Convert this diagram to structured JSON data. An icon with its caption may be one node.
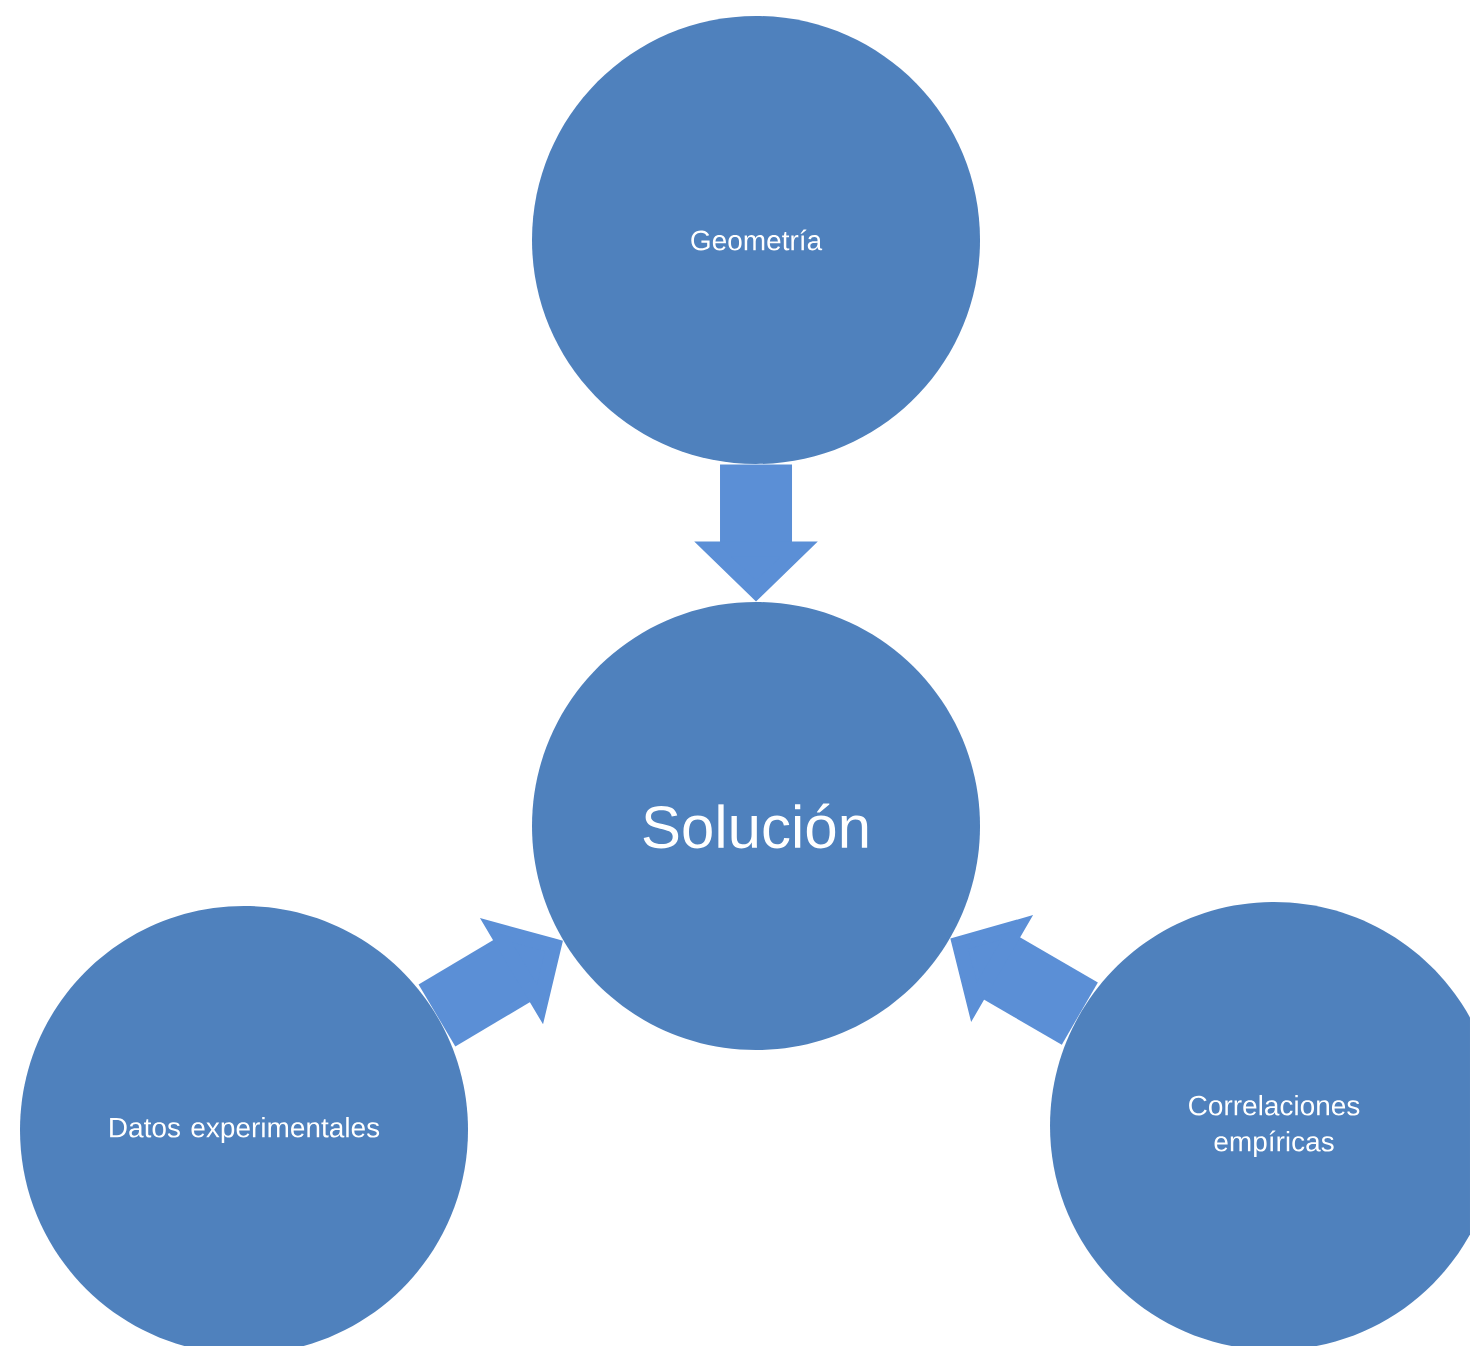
{
  "diagram": {
    "nodes": [
      {
        "text": [
          "Geometría"
        ]
      },
      {
        "text": [
          "Solución"
        ]
      },
      {
        "text": [
          "Datos experimentales"
        ]
      },
      {
        "text": [
          "Correlaciones empíricas"
        ]
      }
    ],
    "edges": [
      {
        "from": 0,
        "to": 1,
        "arrow": "to"
      },
      {
        "from": 2,
        "to": 1,
        "arrow": "to"
      },
      {
        "from": 3,
        "to": 1,
        "arrow": "to"
      }
    ]
  }
}
